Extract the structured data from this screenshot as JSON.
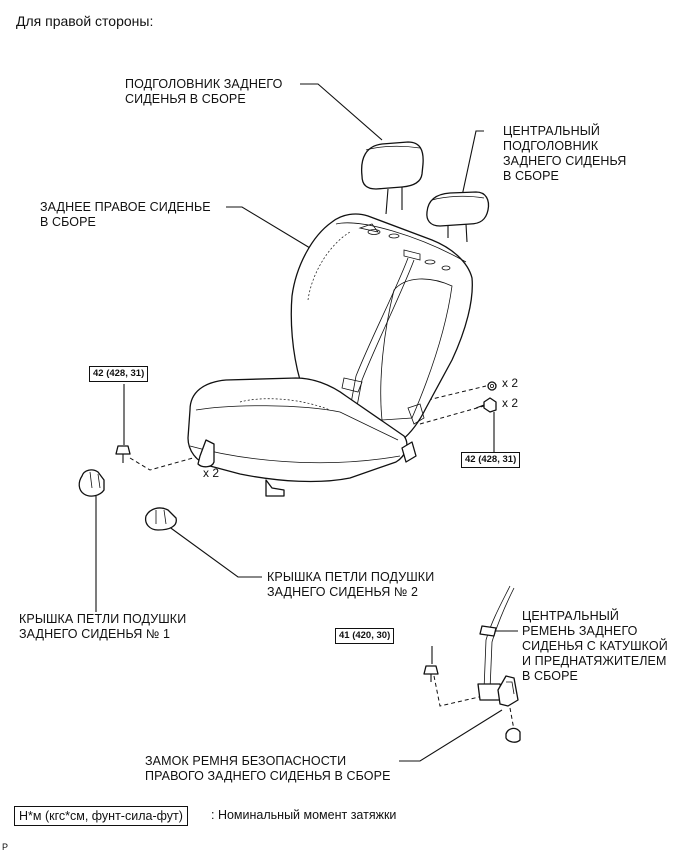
{
  "heading": "Для правой стороны:",
  "labels": {
    "headrest": [
      "ПОДГОЛОВНИК ЗАДНЕГО",
      "СИДЕНЬЯ В СБОРЕ"
    ],
    "center_headrest": [
      "ЦЕНТРАЛЬНЫЙ",
      "ПОДГОЛОВНИК",
      "ЗАДНЕГО СИДЕНЬЯ",
      "В СБОРЕ"
    ],
    "right_seat": [
      "ЗАДНЕЕ ПРАВОЕ СИДЕНЬЕ",
      "В СБОРЕ"
    ],
    "hinge_cover_2": [
      "КРЫШКА ПЕТЛИ ПОДУШКИ",
      "ЗАДНЕГО СИДЕНЬЯ № 2"
    ],
    "hinge_cover_1": [
      "КРЫШКА ПЕТЛИ ПОДУШКИ",
      "ЗАДНЕГО СИДЕНЬЯ № 1"
    ],
    "center_belt": [
      "ЦЕНТРАЛЬНЫЙ",
      "РЕМЕНЬ ЗАДНЕГО",
      "СИДЕНЬЯ С КАТУШКОЙ",
      "И ПРЕДНАТЯЖИТЕЛЕМ",
      "В СБОРЕ"
    ],
    "buckle": [
      "ЗАМОК РЕМНЯ БЕЗОПАСНОСТИ",
      "ПРАВОГО ЗАДНЕГО СИДЕНЬЯ В СБОРЕ"
    ]
  },
  "torques": {
    "left_bolt": "42 (428, 31)",
    "right_bolt": "42 (428, 31)",
    "belt_bolt": "41 (420, 30)"
  },
  "quantities": {
    "left": "x 2",
    "right_nut": "x 2",
    "right_bolt": "x 2"
  },
  "legend": {
    "unit": "Н*м (кгс*см, фунт-сила-фут)",
    "description": ": Номинальный момент затяжки"
  },
  "figure_code": "P"
}
